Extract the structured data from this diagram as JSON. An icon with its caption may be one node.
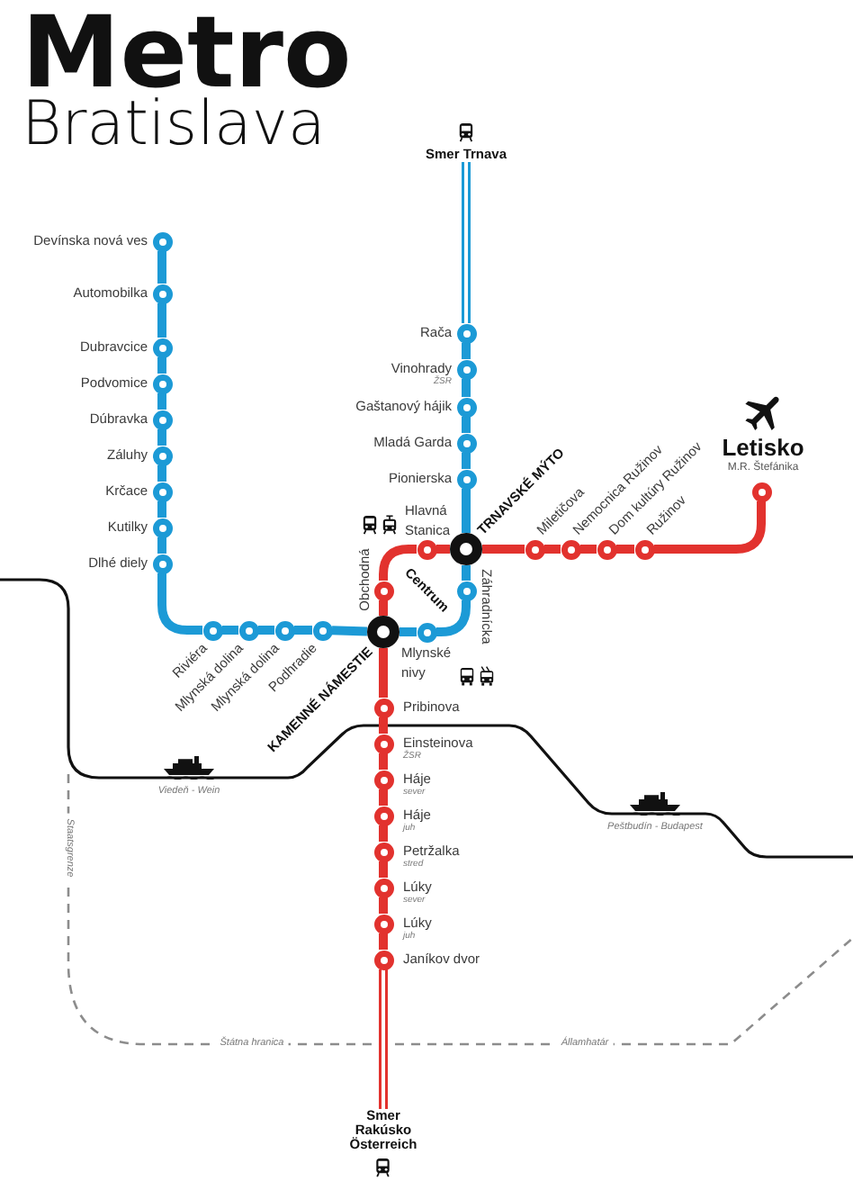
{
  "diagram": {
    "title": "**Metro** Bratislava",
    "nodes": [
      {
        "text": [],
        "shape": "circle",
        "beside": [
          "Devínska nová ves"
        ]
      },
      {
        "text": [],
        "shape": "circle",
        "beside": [
          "Automobilka"
        ]
      },
      {
        "text": [],
        "shape": "circle",
        "beside": [
          "Dubravcice"
        ]
      },
      {
        "text": [],
        "shape": "circle",
        "beside": [
          "Podvomice"
        ]
      },
      {
        "text": [],
        "shape": "circle",
        "beside": [
          "Dúbravka"
        ]
      },
      {
        "text": [],
        "shape": "circle",
        "beside": [
          "Záluhy"
        ]
      },
      {
        "text": [],
        "shape": "circle",
        "beside": [
          "Krčace"
        ]
      },
      {
        "text": [],
        "shape": "circle",
        "beside": [
          "Kutilky"
        ]
      },
      {
        "text": [],
        "shape": "circle",
        "beside": [
          "Dlhé diely"
        ]
      },
      {
        "text": [],
        "shape": "circle",
        "beside": [
          "Riviéra"
        ]
      },
      {
        "text": [],
        "shape": "circle",
        "beside": [
          "Mlynská dolina"
        ]
      },
      {
        "text": [],
        "shape": "circle",
        "beside": [
          "Mlynská dolina"
        ]
      },
      {
        "text": [],
        "shape": "circle",
        "beside": [
          "Podhradie"
        ]
      },
      {
        "text": [],
        "shape": "circle",
        "beside": [
          "KAMENNÉ NÁMESTIE"
        ]
      },
      {
        "text": [],
        "shape": "circle",
        "beside": [
          "Mlynské nivy"
        ]
      },
      {
        "text": [],
        "shape": "circle",
        "beside": [
          "Záhradnícka"
        ]
      },
      {
        "text": [],
        "shape": "circle",
        "beside": [
          "TRNAVSKÉ MÝTO"
        ]
      },
      {
        "text": [],
        "shape": "circle",
        "beside": [
          "Pionierska"
        ]
      },
      {
        "text": [],
        "shape": "circle",
        "beside": [
          "Mladá Garda"
        ]
      },
      {
        "text": [],
        "shape": "circle",
        "beside": [
          "Gaštanový hájik"
        ]
      },
      {
        "text": [],
        "shape": "circle",
        "beside": [
          "Vinohrady",
          "ŽSR"
        ]
      },
      {
        "text": [],
        "shape": "circle",
        "beside": [
          "Rača"
        ]
      },
      {
        "text": [
          "Smer Trnava"
        ]
      },
      {
        "text": [],
        "shape": "circle",
        "beside": [
          "Letisko",
          "M.R. Štefánika"
        ]
      },
      {
        "text": [],
        "shape": "circle",
        "beside": [
          "Ružinov"
        ]
      },
      {
        "text": [],
        "shape": "circle",
        "beside": [
          "Dom kultúry Ružinov"
        ]
      },
      {
        "text": [],
        "shape": "circle",
        "beside": [
          "Nemocnica Ružinov"
        ]
      },
      {
        "text": [],
        "shape": "circle",
        "beside": [
          "Miletičova"
        ]
      },
      {
        "text": [],
        "shape": "circle",
        "beside": [
          "Hlavná Stanica"
        ]
      },
      {
        "text": [],
        "shape": "circle",
        "beside": [
          "Obchodná"
        ]
      },
      {
        "text": [],
        "shape": "circle",
        "beside": [
          "Pribinova"
        ]
      },
      {
        "text": [],
        "shape": "circle",
        "beside": [
          "Einsteinova",
          "ŽSR"
        ]
      },
      {
        "text": [],
        "shape": "circle",
        "beside": [
          "Háje",
          "sever"
        ]
      },
      {
        "text": [],
        "shape": "circle",
        "beside": [
          "Háje",
          "juh"
        ]
      },
      {
        "text": [],
        "shape": "circle",
        "beside": [
          "Petržalka",
          "stred"
        ]
      },
      {
        "text": [],
        "shape": "circle",
        "beside": [
          "Lúky",
          "sever"
        ]
      },
      {
        "text": [],
        "shape": "circle",
        "beside": [
          "Lúky",
          "juh"
        ]
      },
      {
        "text": [],
        "shape": "circle",
        "beside": [
          "Janíkov dvor"
        ]
      },
      {
        "text": [
          "Smer Rakúsko Österreich"
        ]
      }
    ],
    "edges": [
      {
        "from": 0,
        "to": 1,
        "arrow": "none"
      },
      {
        "from": 1,
        "to": 2,
        "arrow": "none"
      },
      {
        "from": 2,
        "to": 3,
        "arrow": "none"
      },
      {
        "from": 3,
        "to": 4,
        "arrow": "none"
      },
      {
        "from": 4,
        "to": 5,
        "arrow": "none"
      },
      {
        "from": 5,
        "to": 6,
        "arrow": "none"
      },
      {
        "from": 6,
        "to": 7,
        "arrow": "none"
      },
      {
        "from": 7,
        "to": 8,
        "arrow": "none"
      },
      {
        "from": 8,
        "to": 9,
        "arrow": "none"
      },
      {
        "from": 9,
        "to": 10,
        "arrow": "none"
      },
      {
        "from": 10,
        "to": 11,
        "arrow": "none"
      },
      {
        "from": 11,
        "to": 12,
        "arrow": "none"
      },
      {
        "from": 12,
        "to": 13,
        "arrow": "none"
      },
      {
        "from": 13,
        "to": 14,
        "arrow": "none"
      },
      {
        "from": 14,
        "to": 15,
        "arrow": "none"
      },
      {
        "from": 15,
        "to": 16,
        "arrow": "none"
      },
      {
        "from": 16,
        "to": 17,
        "arrow": "none"
      },
      {
        "from": 17,
        "to": 18,
        "arrow": "none"
      },
      {
        "from": 18,
        "to": 19,
        "arrow": "none"
      },
      {
        "from": 19,
        "to": 20,
        "arrow": "none"
      },
      {
        "from": 20,
        "to": 21,
        "arrow": "none"
      },
      {
        "from": 21,
        "to": 22,
        "arrow": "none"
      },
      {
        "from": 23,
        "to": 24,
        "arrow": "none",
        "color": "#e2322e"
      },
      {
        "from": 24,
        "to": 25,
        "arrow": "none",
        "color": "#e2322e"
      },
      {
        "from": 25,
        "to": 26,
        "arrow": "none",
        "color": "#e2322e"
      },
      {
        "from": 26,
        "to": 27,
        "arrow": "none",
        "color": "#e2322e"
      },
      {
        "from": 27,
        "to": 16,
        "arrow": "none",
        "color": "#e2322e"
      },
      {
        "from": 16,
        "to": 28,
        "arrow": "none",
        "color": "#e2322e"
      },
      {
        "from": 28,
        "to": 29,
        "arrow": "none",
        "color": "#e2322e"
      },
      {
        "from": 29,
        "to": 13,
        "arrow": "none",
        "color": "#e2322e"
      },
      {
        "from": 13,
        "to": 30,
        "arrow": "none",
        "color": "#e2322e"
      },
      {
        "from": 30,
        "to": 31,
        "arrow": "none",
        "color": "#e2322e"
      },
      {
        "from": 31,
        "to": 32,
        "arrow": "none",
        "color": "#e2322e"
      },
      {
        "from": 32,
        "to": 33,
        "arrow": "none",
        "color": "#e2322e"
      },
      {
        "from": 33,
        "to": 34,
        "arrow": "none",
        "color": "#e2322e"
      },
      {
        "from": 34,
        "to": 35,
        "arrow": "none",
        "color": "#e2322e"
      },
      {
        "from": 35,
        "to": 36,
        "arrow": "none",
        "color": "#e2322e"
      },
      {
        "from": 36,
        "to": 37,
        "arrow": "none",
        "color": "#e2322e"
      },
      {
        "from": 37,
        "to": 38,
        "arrow": "none",
        "color": "#e2322e"
      }
    ],
    "labels": [
      "Centrum",
      "Viedeň - Wein",
      "Peštbudín - Budapest",
      "Staatsgrenze",
      "Štátna hranica",
      "Államhatár"
    ]
  }
}
